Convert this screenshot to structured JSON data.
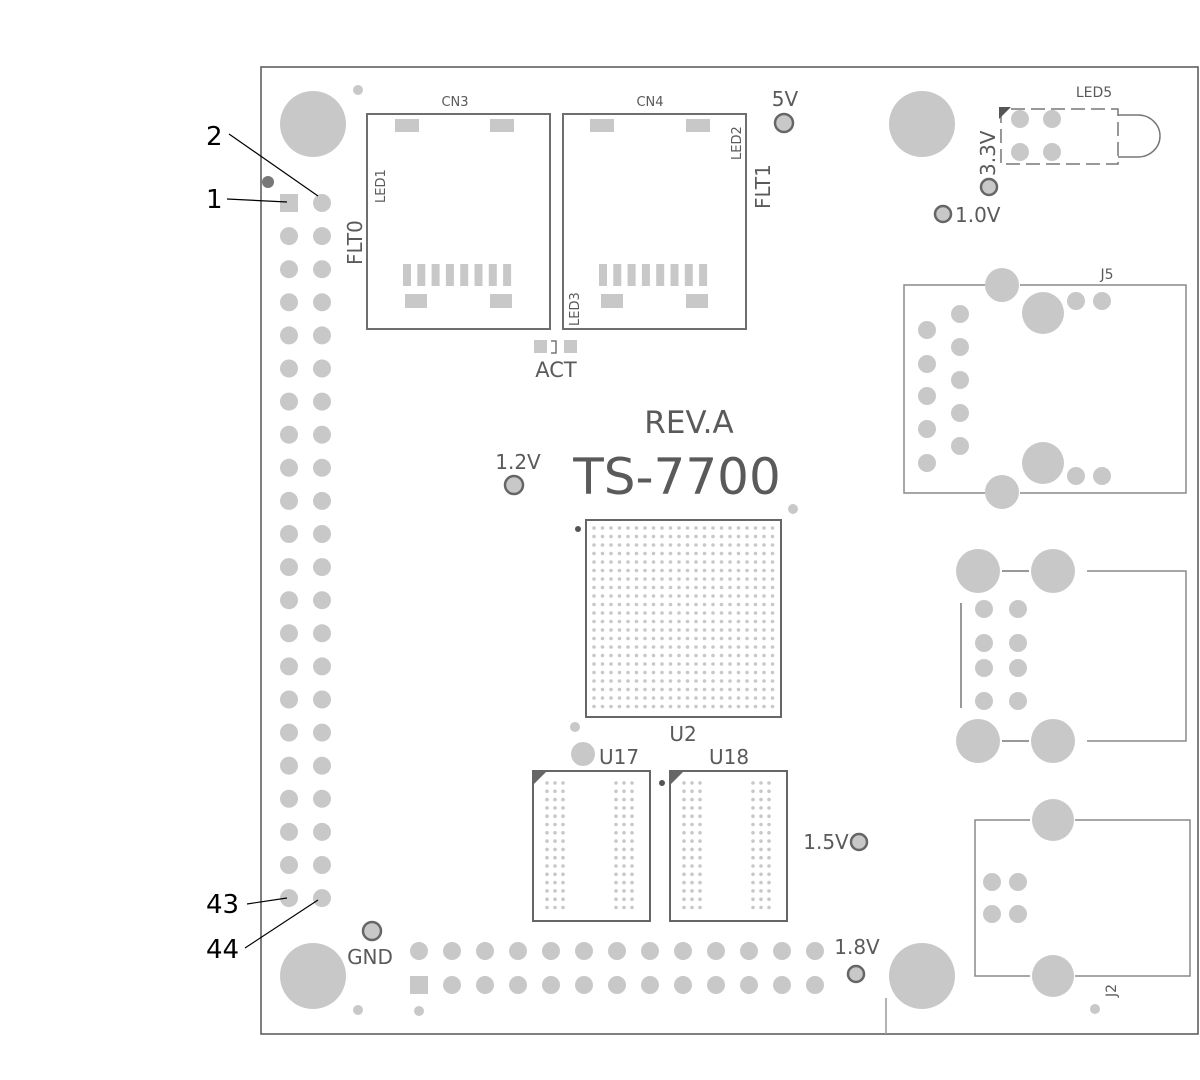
{
  "board": {
    "model": "TS-7700",
    "revision": "REV.A"
  },
  "connectors": {
    "cn3": "CN3",
    "cn4": "CN4",
    "j5": "J5",
    "j2": "J2"
  },
  "leds": {
    "led1": "LED1",
    "led2": "LED2",
    "led3": "LED3",
    "led5": "LED5"
  },
  "labels": {
    "flt0": "FLT0",
    "flt1": "FLT1",
    "act": "ACT"
  },
  "chips": {
    "u2": "U2",
    "u17": "U17",
    "u18": "U18"
  },
  "test_points": {
    "v5": "5V",
    "v3_3": "3.3V",
    "v1_0": "1.0V",
    "v1_2": "1.2V",
    "v1_5": "1.5V",
    "v1_8": "1.8V",
    "gnd": "GND"
  },
  "pin_callouts": {
    "pin1": "1",
    "pin2": "2",
    "pin43": "43",
    "pin44": "44"
  },
  "colors": {
    "pad": "#c8c8c8",
    "outline": "#6e6e6e",
    "label": "#5a5a5a",
    "callout": "#000000"
  }
}
